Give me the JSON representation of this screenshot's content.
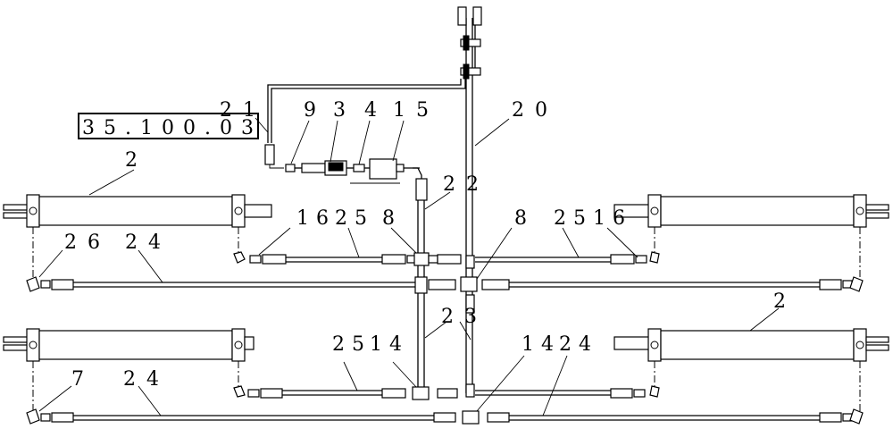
{
  "reference_box": {
    "text": "35.100.03"
  },
  "labels": {
    "l21": "21",
    "l9": "9",
    "l3": "3",
    "l4": "4",
    "l15": "15",
    "l20": "20",
    "l2_topleft": "2",
    "l22": "22",
    "l16_left": "16",
    "l25_upper_left": "25",
    "l8_left": "8",
    "l8_right": "8",
    "l25_upper_right": "25",
    "l16_right": "16",
    "l26": "26",
    "l24_upper": "24",
    "l2_right": "2",
    "l23": "23",
    "l25_lower": "25",
    "l14_center": "14",
    "l14_right": "14",
    "l24_lower_right": "24",
    "l7": "7",
    "l24_lower_left": "24"
  }
}
